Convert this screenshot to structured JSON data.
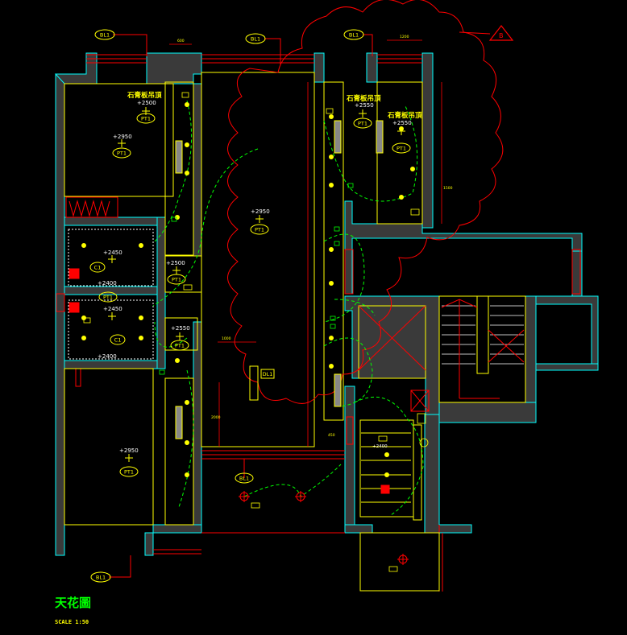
{
  "title": "天花圖",
  "scale": "SCALE 1:50",
  "tags": {
    "bl1": "BL1",
    "pt1": "PT1",
    "c1": "C1",
    "dl1": "DL1",
    "rev": "B"
  },
  "ceiling_notes": {
    "gypsum": "石膏板吊頂"
  },
  "levels": {
    "l2950": "+2950",
    "l2500": "+2500",
    "l2550": "+2550",
    "l2450": "+2450",
    "l2400": "+2400"
  },
  "dims": {
    "d1200": "1200",
    "d1000": "1000",
    "d2000": "2000",
    "d600": "600",
    "d450": "450",
    "d1500": "1500"
  },
  "colors": {
    "wall_fill": "#3a3a3a",
    "wall_edge": "#00ffff",
    "annotation": "#ffff00",
    "circuit": "#00ff00",
    "revision": "#ff0000"
  }
}
